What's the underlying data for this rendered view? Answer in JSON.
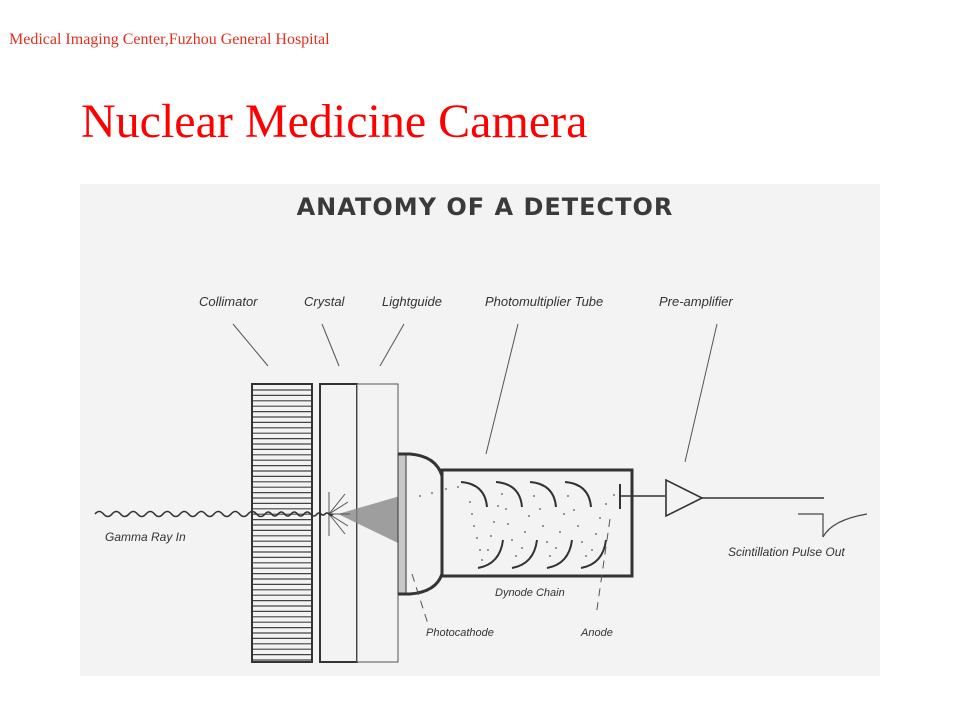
{
  "header": {
    "institution": "Medical Imaging Center,Fuzhou General Hospital"
  },
  "slide": {
    "title": "Nuclear Medicine Camera"
  },
  "figure": {
    "title": "ANATOMY OF A DETECTOR",
    "labels": {
      "collimator": "Collimator",
      "crystal": "Crystal",
      "lightguide": "Lightguide",
      "photomultiplier_tube": "Photomultiplier Tube",
      "preamplifier": "Pre-amplifier",
      "gamma_ray_in": "Gamma Ray In",
      "dynode_chain": "Dynode Chain",
      "photocathode": "Photocathode",
      "anode": "Anode",
      "scintillation_pulse_out": "Scintillation Pulse Out"
    }
  },
  "colors": {
    "header": "#e0301e",
    "title": "#ff0000",
    "figure_bg": "#f3f3f3",
    "ink": "#333333"
  }
}
